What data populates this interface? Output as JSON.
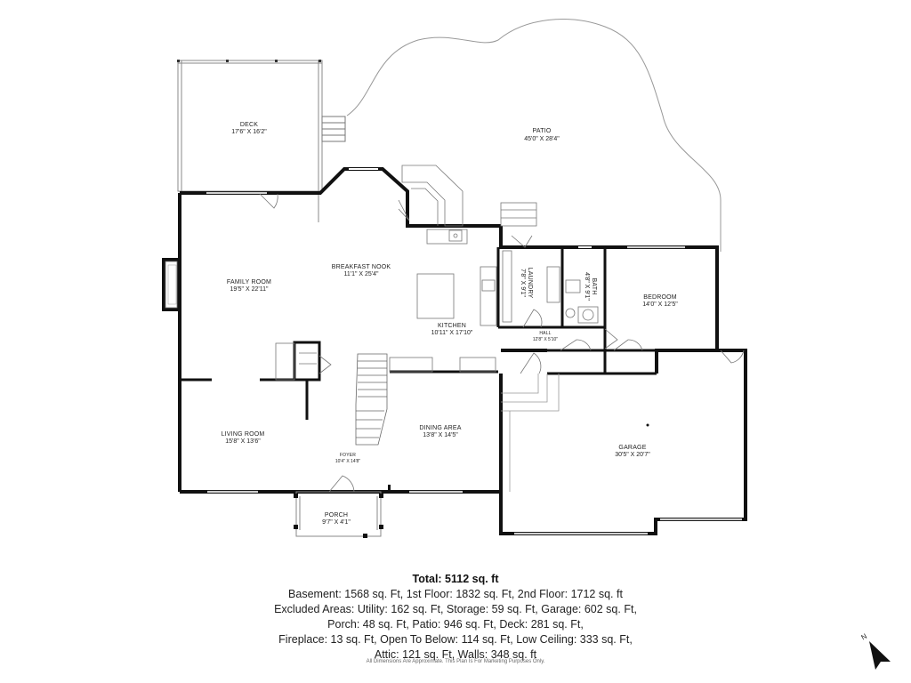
{
  "rooms": {
    "deck": {
      "name": "DECK",
      "dim": "17'6\" X 16'2\""
    },
    "patio": {
      "name": "PATIO",
      "dim": "45'0\" X 28'4\""
    },
    "family_room": {
      "name": "FAMILY ROOM",
      "dim": "19'5\" X 22'11\""
    },
    "breakfast_nook": {
      "name": "BREAKFAST NOOK",
      "dim": "11'1\" X 25'4\""
    },
    "kitchen": {
      "name": "KITCHEN",
      "dim": "10'11\" X 17'10\""
    },
    "laundry": {
      "name": "LAUNDRY",
      "dim": "7'8\" X 9'1\""
    },
    "bath": {
      "name": "BATH",
      "dim": "4'8\" X 9'1\""
    },
    "bedroom": {
      "name": "BEDROOM",
      "dim": "14'0\" X 12'5\""
    },
    "hall": {
      "name": "HALL",
      "dim": "12'8\" X 5'10\""
    },
    "living_room": {
      "name": "LIVING ROOM",
      "dim": "15'8\" X 13'6\""
    },
    "dining_area": {
      "name": "DINING AREA",
      "dim": "13'8\" X 14'5\""
    },
    "foyer": {
      "name": "FOYER",
      "dim": "10'4\" X 14'8\""
    },
    "garage": {
      "name": "GARAGE",
      "dim": "30'5\" X 20'7\""
    },
    "porch": {
      "name": "PORCH",
      "dim": "9'7\" X 4'1\""
    }
  },
  "summary": {
    "total": "Total: 5112 sq. ft",
    "lines": [
      "Basement: 1568 sq. Ft, 1st Floor: 1832 sq. Ft, 2nd Floor: 1712 sq. ft",
      "Excluded Areas: Utility: 162 sq. Ft, Storage: 59 sq. Ft, Garage: 602 sq. Ft,",
      "Porch: 48 sq. Ft, Patio: 946 sq. Ft, Deck: 281 sq. Ft,",
      "Fireplace: 13 sq. Ft, Open To Below: 114 sq. Ft, Low Ceiling: 333 sq. Ft,",
      "Attic: 121 sq. Ft, Walls: 348 sq. ft"
    ],
    "disclaimer": "All Dimensions Are Approximate. This Plan Is For Marketing Purposes Only."
  },
  "compass": {
    "label": "N",
    "icon": "north-arrow-icon"
  }
}
